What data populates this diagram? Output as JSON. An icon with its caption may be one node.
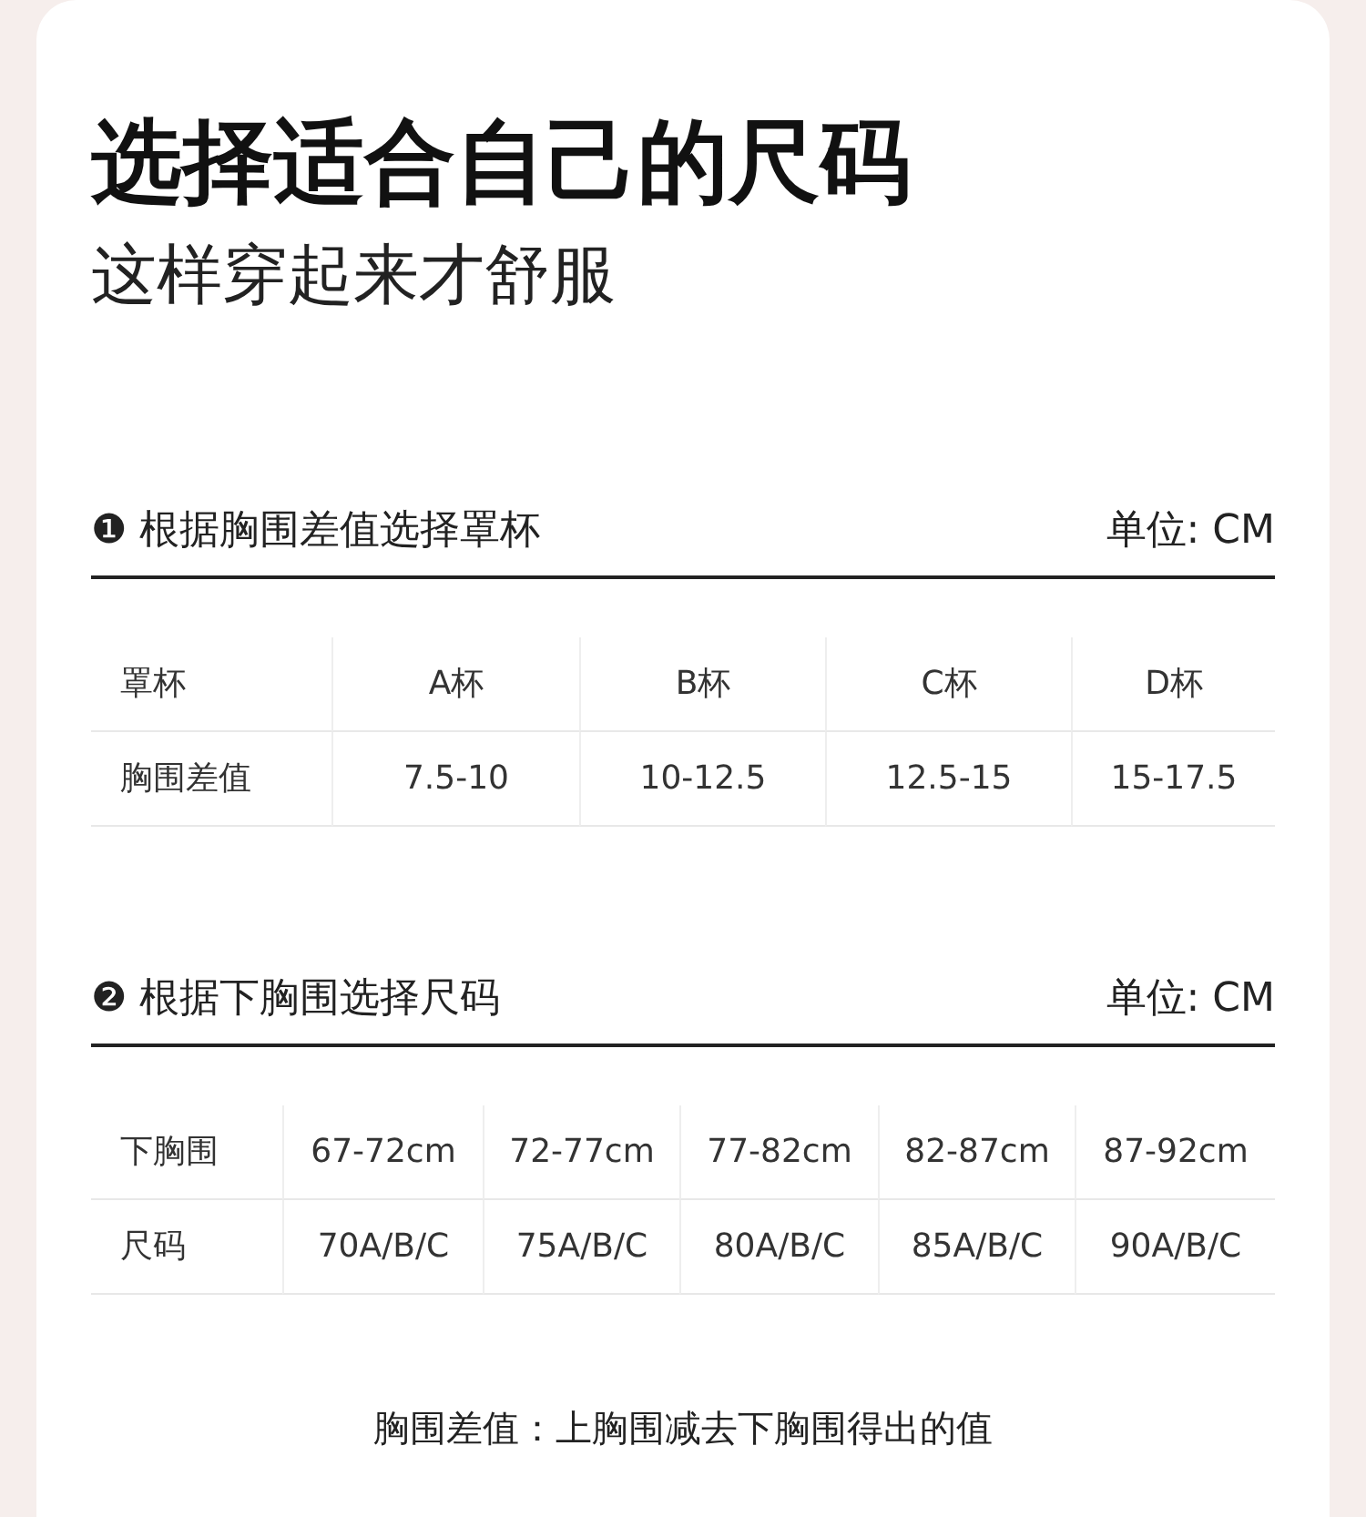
{
  "diagram": {
    "title": "选择适合自己的尺码",
    "labels": [
      "这样穿起来才舒服",
      "❶ 根据胸围差值选择罩杯",
      "单位: CM",
      "罩杯",
      "A杯",
      "B杯",
      "C杯",
      "D杯",
      "胸围差值",
      "7.5-10",
      "10-12.5",
      "12.5-15",
      "15-17.5",
      "❷ 根据下胸围选择尺码",
      "单位: CM",
      "下胸围",
      "67-72cm",
      "72-77cm",
      "77-82cm",
      "82-87cm",
      "87-92cm",
      "尺码",
      "70A/B/C",
      "75A/B/C",
      "80A/B/C",
      "85A/B/C",
      "90A/B/C",
      "胸围差值：上胸围减去下胸围得出的值"
    ]
  }
}
